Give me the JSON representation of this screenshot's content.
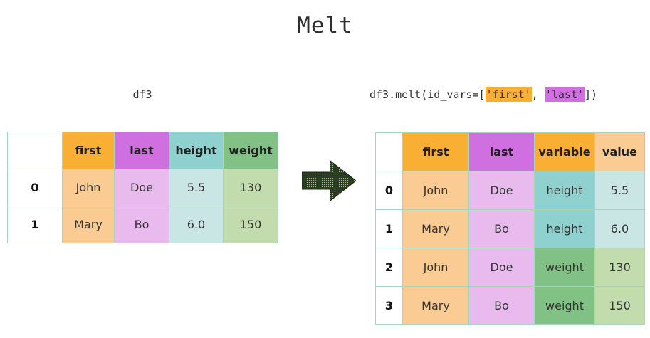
{
  "title": "Melt",
  "left_panel": {
    "caption": "df3",
    "table": {
      "index_header": "",
      "columns": [
        "first",
        "last",
        "height",
        "weight"
      ],
      "index": [
        "0",
        "1"
      ],
      "rows": [
        [
          "John",
          "Doe",
          "5.5",
          "130"
        ],
        [
          "Mary",
          "Bo",
          "6.0",
          "150"
        ]
      ]
    }
  },
  "right_panel": {
    "caption": {
      "prefix": "df3.melt(id_vars=[",
      "arg1": "'first'",
      "separator": ", ",
      "arg2": "'last'",
      "suffix": "])"
    },
    "table": {
      "index_header": "",
      "columns": [
        "first",
        "last",
        "variable",
        "value"
      ],
      "index": [
        "0",
        "1",
        "2",
        "3"
      ],
      "rows": [
        [
          "John",
          "Doe",
          "height",
          "5.5"
        ],
        [
          "Mary",
          "Bo",
          "height",
          "6.0"
        ],
        [
          "John",
          "Doe",
          "weight",
          "130"
        ],
        [
          "Mary",
          "Bo",
          "weight",
          "150"
        ]
      ]
    }
  },
  "arrow": {
    "direction": "right",
    "color": "#2f3b28"
  },
  "colors": {
    "first": "#F9AE34",
    "first_light": "#FACB93",
    "last": "#D070E0",
    "last_light": "#E8BAEE",
    "height": "#8FD1CF",
    "height_light": "#C9E5E4",
    "weight": "#82C185",
    "weight_light": "#C3DCAE",
    "border": "#A8D5BA",
    "background": "#FFFFFF"
  }
}
